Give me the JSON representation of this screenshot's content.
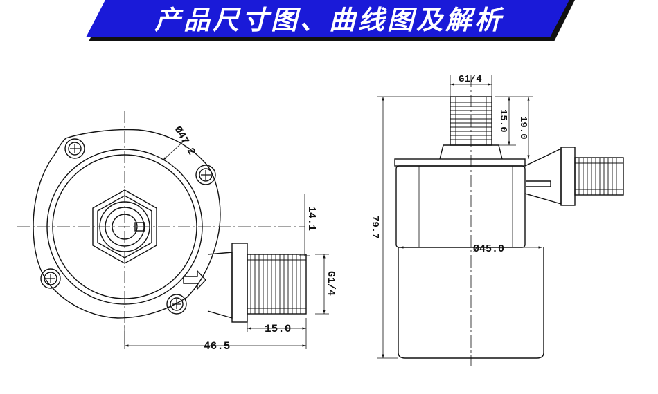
{
  "header": {
    "title": "产品尺寸图、曲线图及解析"
  },
  "front_view": {
    "dims": {
      "diameter": "Ø47.2",
      "height_offset": "14.1",
      "thread": "G1/4",
      "thread_length": "15.0",
      "total_width": "46.5"
    }
  },
  "side_view": {
    "dims": {
      "thread": "G1/4",
      "thread_length": "15.0",
      "nozzle_height": "19.0",
      "total_height": "79.7",
      "body_diameter": "Ø45.0"
    }
  }
}
